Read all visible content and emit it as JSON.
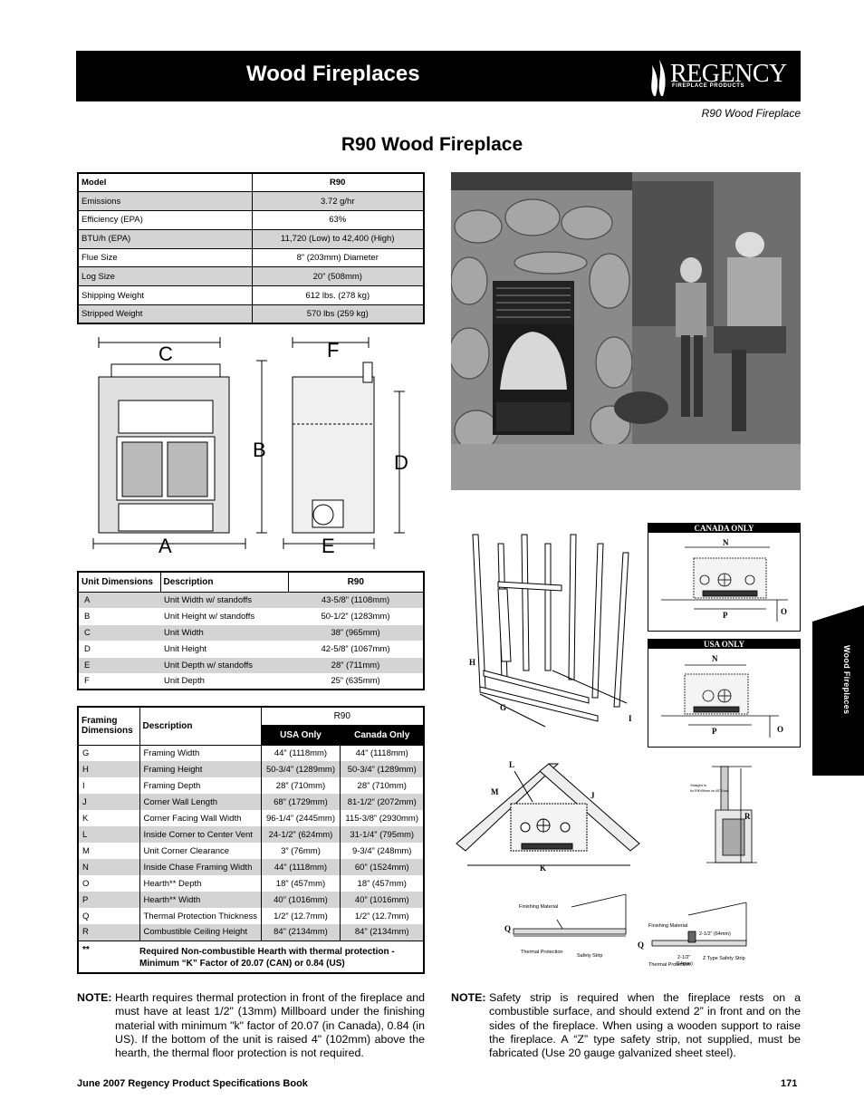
{
  "banner": {
    "title": "Wood Fireplaces",
    "logo_word": "REGENCY",
    "logo_sub": "FIREPLACE PRODUCTS"
  },
  "subheading": "R90 Wood Fireplace",
  "page_title": "R90 Wood Fireplace",
  "spec_table": {
    "header": [
      "Model",
      "R90"
    ],
    "rows": [
      [
        "Emissions",
        "3.72 g/hr"
      ],
      [
        "Efficiency (EPA)",
        "63%"
      ],
      [
        "BTU/h (EPA)",
        "11,720 (Low) to 42,400 (High)"
      ],
      [
        "Flue Size",
        "8” (203mm) Diameter"
      ],
      [
        "Log Size",
        "20” (508mm)"
      ],
      [
        "Shipping Weight",
        "612 lbs. (278 kg)"
      ],
      [
        "Stripped Weight",
        "570 lbs (259 kg)"
      ]
    ]
  },
  "unit_diagram": {
    "labels": [
      "C",
      "F",
      "B",
      "D",
      "A",
      "E"
    ]
  },
  "unit_table": {
    "header": [
      "Unit Dimensions",
      "Description",
      "R90"
    ],
    "rows": [
      [
        "A",
        "Unit Width w/ standoffs",
        "43-5/8” (1108mm)"
      ],
      [
        "B",
        "Unit Height w/ standoffs",
        "50-1/2” (1283mm)"
      ],
      [
        "C",
        "Unit Width",
        "38” (965mm)"
      ],
      [
        "D",
        "Unit Height",
        "42-5/8” (1067mm)"
      ],
      [
        "E",
        "Unit Depth w/ standoffs",
        "28” (711mm)"
      ],
      [
        "F",
        "Unit Depth",
        "25” (635mm)"
      ]
    ]
  },
  "framing_table": {
    "header": {
      "col1": "Framing Dimensions",
      "col2": "Description",
      "col3": "R90",
      "usa": "USA Only",
      "canada": "Canada Only"
    },
    "rows": [
      [
        "G",
        "Framing Width",
        "44” (1118mm)",
        "44” (1118mm)"
      ],
      [
        "H",
        "Framing Height",
        "50-3/4” (1289mm)",
        "50-3/4” (1289mm)"
      ],
      [
        "I",
        "Framing Depth",
        "28” (710mm)",
        "28” (710mm)"
      ],
      [
        "J",
        "Corner Wall Length",
        "68” (1729mm)",
        "81-1/2” (2072mm)"
      ],
      [
        "K",
        "Corner Facing Wall Width",
        "96-1/4” (2445mm)",
        "115-3/8” (2930mm)"
      ],
      [
        "L",
        "Inside Corner to Center Vent",
        "24-1/2” (624mm)",
        "31-1/4” (795mm)"
      ],
      [
        "M",
        "Unit Corner Clearance",
        "3” (76mm)",
        "9-3/4” (248mm)"
      ],
      [
        "N",
        "Inside Chase Framing Width",
        "44” (1118mm)",
        "60” (1524mm)"
      ],
      [
        "O",
        "Hearth** Depth",
        "18” (457mm)",
        "18” (457mm)"
      ],
      [
        "P",
        "Hearth** Width",
        "40” (1016mm)",
        "40” (1016mm)"
      ],
      [
        "Q",
        "Thermal Protection Thickness",
        "1/2” (12.7mm)",
        "1/2” (12.7mm)"
      ],
      [
        "R",
        "Combustible Ceiling Height",
        "84” (2134mm)",
        "84” (2134mm)"
      ]
    ],
    "footnote_mark": "**",
    "footnote": "Required Non-combustible Hearth with thermal protection - Minimum “K” Factor of 20.07 (CAN) or  0.84 (US)"
  },
  "diagrams": {
    "canada_title": "CANADA ONLY",
    "usa_title": "USA ONLY",
    "finishing_material": "Finishing Material",
    "thermal_protection": "Thermal Protection",
    "safety_strip": "Safety Strip",
    "dim_2_1_2": "2-1/2” (64mm)",
    "dim_2_1_2b": "2-1/2”",
    "dim_64": "(64mm)",
    "z_type": "Z Type Safety Strip",
    "straight_in": "Straight in",
    "straight_sub": "for R90/90mm Int 45° Dual"
  },
  "note_left": {
    "label": "NOTE:",
    "text": "Hearth requires thermal protection in front of the fireplace and must have at least 1/2\" (13mm) Millboard under the finishing material with minimum \"k\" factor of 20.07 (in Canada), 0.84 (in US). If the bottom of the unit is raised 4\" (102mm) above the hearth, the thermal floor protection is not required."
  },
  "note_right": {
    "label": "NOTE:",
    "text": "Safety strip is required when the fireplace rests on a combustible surface, and should extend 2” in front and on the sides of the fireplace.  When using a wooden support to raise the fireplace. A “Z” type safety strip, not supplied, must be fabricated (Use 20 gauge galvanized sheet steel)."
  },
  "side_tab": "Wood Fireplaces",
  "footer": {
    "left": "June 2007 Regency Product Specifications Book",
    "page": "171"
  }
}
